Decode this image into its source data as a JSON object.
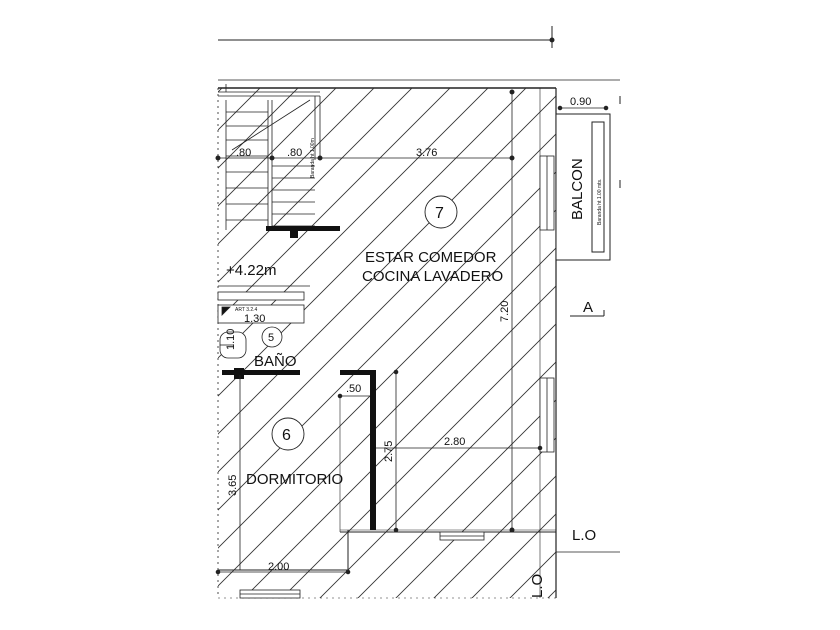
{
  "rooms": {
    "estar": {
      "number": "7",
      "line1": "ESTAR COMEDOR",
      "line2": "COCINA LAVADERO"
    },
    "bano": {
      "number": "5",
      "name": "BAÑO"
    },
    "dormitorio": {
      "number": "6",
      "name": "DORMITORIO"
    },
    "balcon": {
      "name": "BALCON",
      "note": "Baranda ht 1.00 mts."
    }
  },
  "levels": {
    "floor": "+4.22m"
  },
  "stair": {
    "note": "Baranda ht 1.00m"
  },
  "dimensions": {
    "d_080_a": ".80",
    "d_080_b": ".80",
    "d_376": "3.76",
    "d_090": "0.90",
    "d_720": "7.20",
    "d_130": "1.30",
    "d_110": "1.10",
    "d_050": ".50",
    "d_275": "2.75",
    "d_280": "2.80",
    "d_365": "3.65",
    "d_200": "2.00"
  },
  "annotations": {
    "section": "A",
    "lo_bottom": "L.O",
    "lo_vertical": "L.O",
    "art": "ART 3.2.4"
  }
}
